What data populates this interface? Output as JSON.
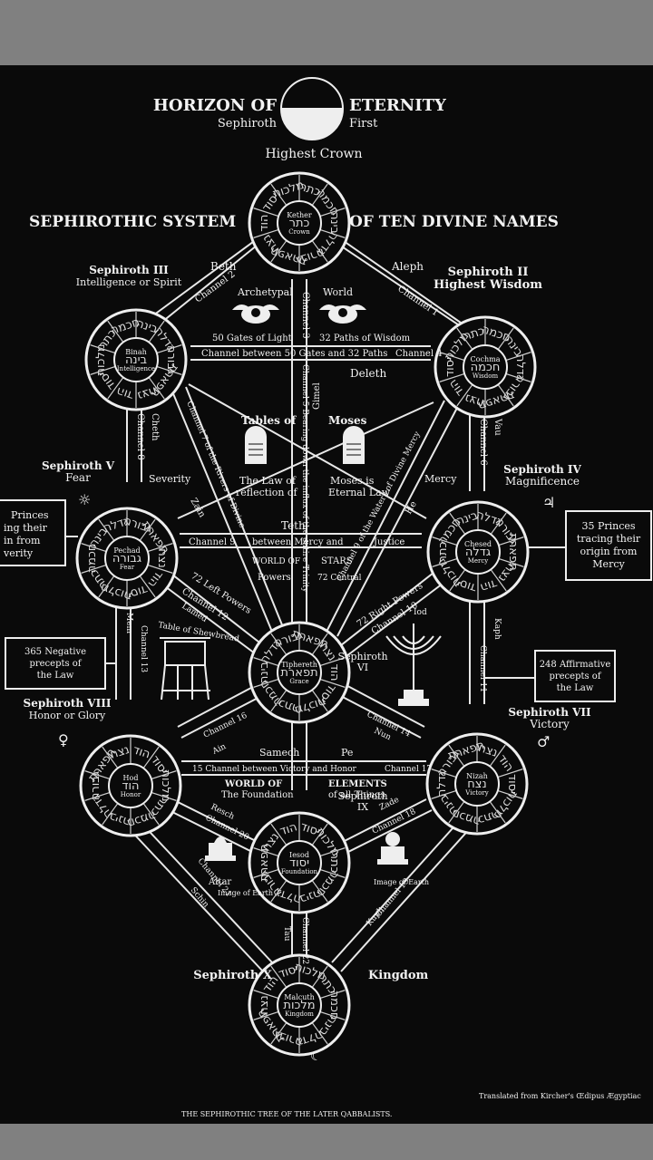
{
  "header": {
    "horizon": "HORIZON OF",
    "eternity": "ETERNITY",
    "sephiroth": "Sephiroth",
    "first": "First",
    "highest_crown": "Highest Crown",
    "system_left": "SEPHIROTHIC SYSTEM",
    "system_right": "OF TEN DIVINE NAMES"
  },
  "sephiroth": [
    {
      "id": "kether",
      "inner": [
        "Kether",
        "Crown"
      ]
    },
    {
      "id": "chochma",
      "inner": [
        "Cochma",
        "Wisdom"
      ]
    },
    {
      "id": "binah",
      "inner": [
        "Binah",
        "Intelligence"
      ]
    },
    {
      "id": "chesed",
      "inner": [
        "Chesed",
        "Mercy"
      ]
    },
    {
      "id": "pechad",
      "inner": [
        "Pechad",
        "Fear"
      ]
    },
    {
      "id": "tiphereth",
      "inner": [
        "Tiphereth",
        "Grace"
      ]
    },
    {
      "id": "nizah",
      "inner": [
        "Nizah",
        "Victory"
      ]
    },
    {
      "id": "hod",
      "inner": [
        "Hod",
        "Honor"
      ]
    },
    {
      "id": "iesod",
      "inner": [
        "Iesod",
        "Foundation"
      ]
    },
    {
      "id": "malcuth",
      "inner": [
        "Malcuth",
        "Kingdom"
      ]
    }
  ],
  "titles": {
    "s2": "Sephiroth II",
    "s2b": "Highest Wisdom",
    "s3": "Sephiroth III",
    "s3b": "Intelligence or Spirit",
    "s4": "Sephiroth IV",
    "s4b": "Magnificence",
    "s5": "Sephiroth V",
    "s5b": "Fear",
    "s6": "Sephiroth",
    "s6b": "VI",
    "s7": "Sephiroth VII",
    "s7b": "Victory",
    "s8": "Sephiroth VIII",
    "s8b": "Honor or Glory",
    "s9": "Sephiroth",
    "s9b": "IX",
    "s10": "Sephiroth X",
    "s10b": "Kingdom"
  },
  "labels": {
    "aleph": "Aleph",
    "beth": "Beth",
    "channel1": "Channel 1",
    "channel2": "Channel 2",
    "channel3": "Channel 3",
    "archetypal": "Archetypal",
    "world": "World",
    "gates": "50 Gates of Light",
    "paths": "32 Paths of Wisdom",
    "channel_between": "Channel between 50 Gates and 32 Paths",
    "channel4": "Channel 4",
    "deleth": "Deleth",
    "gimel": "Gimel",
    "cheth": "Cheth",
    "channel8_left": "Channel 8",
    "vau": "Vau",
    "channel6": "Channel 6",
    "channel5_text": "Channel 5 Bearing down the influx of the entire Trinity",
    "channel7_text": "Channel 7 of the Rivers of Divine",
    "channel9_text": "Channel 9 of the Waters of Divine Mercy",
    "tables_of": "Tables of",
    "moses": "Moses",
    "law_of": "The Law of",
    "reflection": "reflection of",
    "moses_is": "Moses is",
    "eternal_law": "Eternal Law",
    "severity": "Severity",
    "mercy": "Mercy",
    "zain": "Zain",
    "he": "He",
    "teth": "Teth",
    "channel9": "Channel 9",
    "between_mercy": "between Mercy and",
    "justice": "Justice",
    "world_of": "WORLD OF",
    "powers": "Powers",
    "stars": "STARS",
    "central": "72 Central",
    "left_powers": "72 Left Powers",
    "right_powers": "72 Right Powers",
    "channel12": "Channel 12",
    "channel10": "Channel 10",
    "lamed": "Lamed",
    "iod": "Iod",
    "mem": "Mem",
    "channel13": "Channel 13",
    "kaph": "Kaph",
    "channel11": "Channel 11",
    "table_shewbread": "Table of Shewbread",
    "channel16": "Channel 16",
    "ain": "Ain",
    "channel14": "Channel 14",
    "nun": "Nun",
    "samech": "Samech",
    "pe": "Pe",
    "channel15": "15 Channel between Victory and Honor",
    "channel17": "Channel 17",
    "world_of2": "WORLD OF",
    "the_foundation": "The Foundation",
    "elements": "ELEMENTS",
    "of_all_things": "of all Things",
    "resch": "Resch",
    "channel20": "Channel 20",
    "channel18": "Channel 18",
    "zade": "Zade",
    "altar": "Altar",
    "image_earth_l": "Image of Earth",
    "image_earth_r": "Image of Earth",
    "channel21": "Channel 21",
    "schin": "Schin",
    "channel19": "Channel 19",
    "kuph": "Kuph",
    "channel22": "Channel 22",
    "tau": "Tau"
  },
  "side_boxes": {
    "left_top": [
      "Princes",
      "ing their",
      "in from",
      "verity"
    ],
    "right_top": [
      "35 Princes",
      "tracing their",
      "origin from",
      "Mercy"
    ],
    "left_bottom": [
      "365 Negative",
      "precepts of",
      "the Law"
    ],
    "right_bottom": [
      "248 Affirmative",
      "precepts of",
      "the Law"
    ]
  },
  "footer": {
    "caption": "THE SEPHIROTHIC TREE OF THE LATER QABBALISTS.",
    "credit": "Translated from Kircher's Œdipus Ægyptiac"
  }
}
